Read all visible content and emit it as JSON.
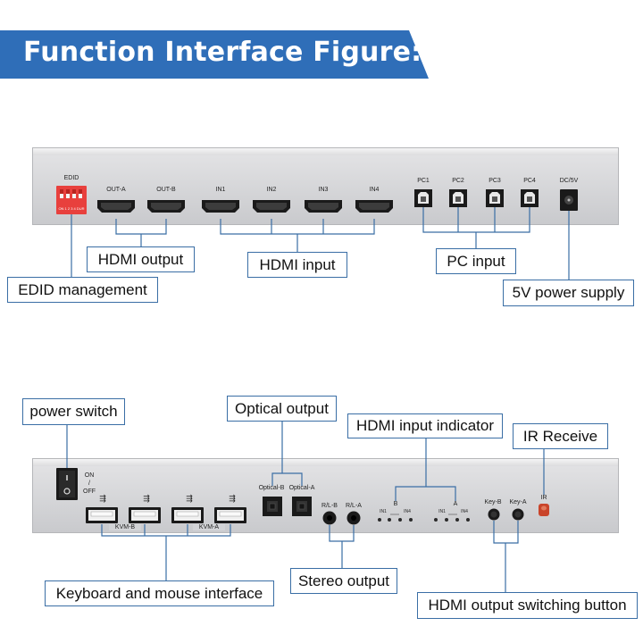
{
  "title": "Function Interface Figure:",
  "colors": {
    "banner": "#2f6eb8",
    "line": "#3a6ea5",
    "dip_switch": "#e8403d",
    "ir_led": "#c9442a"
  },
  "rear_panel": {
    "edid_label": "EDID",
    "dip_labels": "ON 1  2  3  4  DUR",
    "ports": {
      "out_a": "OUT-A",
      "out_b": "OUT-B",
      "in1": "IN1",
      "in2": "IN2",
      "in3": "IN3",
      "in4": "IN4",
      "pc1": "PC1",
      "pc2": "PC2",
      "pc3": "PC3",
      "pc4": "PC4",
      "dc": "DC/5V"
    }
  },
  "front_panel": {
    "switch_on": "ON",
    "switch_sep": "/",
    "switch_off": "OFF",
    "kvm_b": "KVM-B",
    "kvm_a": "KVM-A",
    "optical_b": "Optical-B",
    "optical_a": "Optical-A",
    "rl_b": "R/L-B",
    "rl_a": "R/L-A",
    "ind_b": "B",
    "ind_a": "A",
    "in1": "IN1",
    "in4": "IN4",
    "key_b": "Key-B",
    "key_a": "Key-A",
    "ir": "IR"
  },
  "callouts": {
    "hdmi_output": "HDMI output",
    "hdmi_input": "HDMI input",
    "pc_input": "PC input",
    "edid_management": "EDID management",
    "power_supply": "5V power supply",
    "power_switch": "power switch",
    "optical_output": "Optical output",
    "hdmi_input_indicator": "HDMI input indicator",
    "ir_receive": "IR Receive",
    "keyboard_mouse": "Keyboard and mouse interface",
    "stereo_output": "Stereo output",
    "hdmi_output_switching": "HDMI output switching button"
  }
}
